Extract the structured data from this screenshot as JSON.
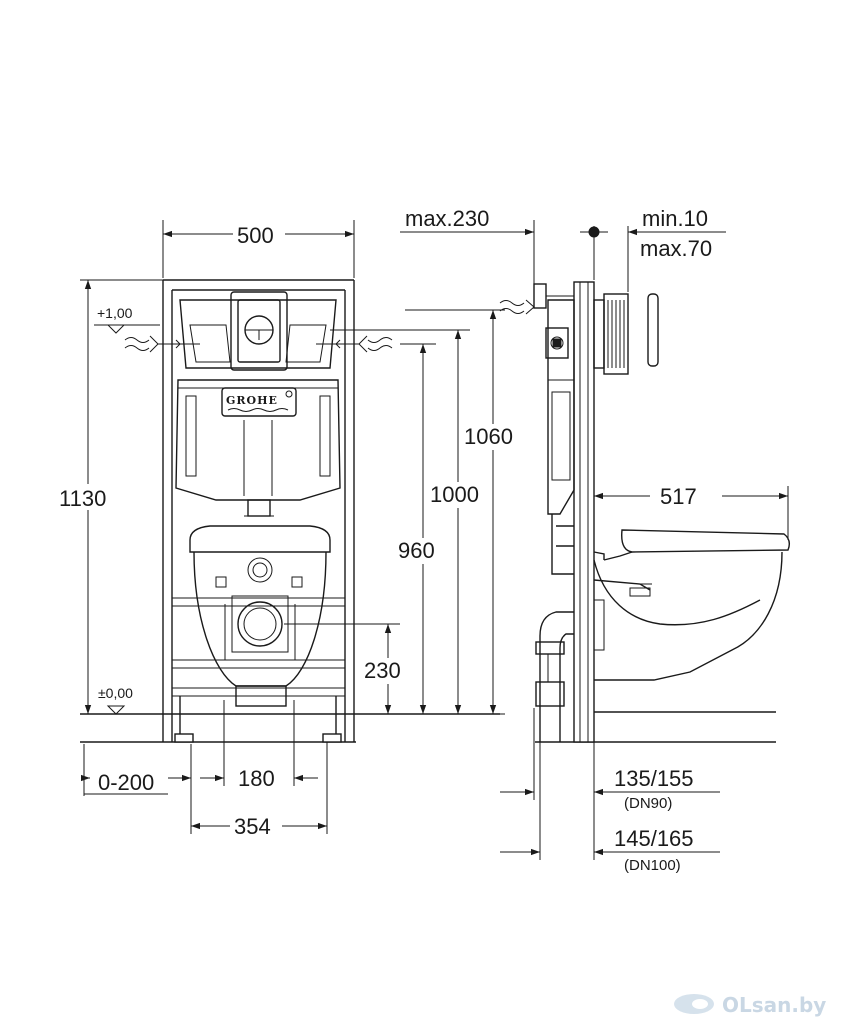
{
  "front_view": {
    "width": "500",
    "height_total": "1130",
    "level_top": "+1,00",
    "level_floor": "±0,00",
    "height_1060": "1060",
    "height_1000": "1000",
    "height_960": "960",
    "height_230": "230",
    "offset_range": "0-200",
    "spacing_180": "180",
    "spacing_354": "354",
    "brand": "GROHE"
  },
  "side_view": {
    "max_230": "max.230",
    "min_10": "min.10",
    "max_70": "max.70",
    "depth_517": "517",
    "dn90_value": "135/155",
    "dn90_label": "(DN90)",
    "dn100_value": "145/165",
    "dn100_label": "(DN100)"
  },
  "watermark": {
    "text": "OLsan.by"
  }
}
